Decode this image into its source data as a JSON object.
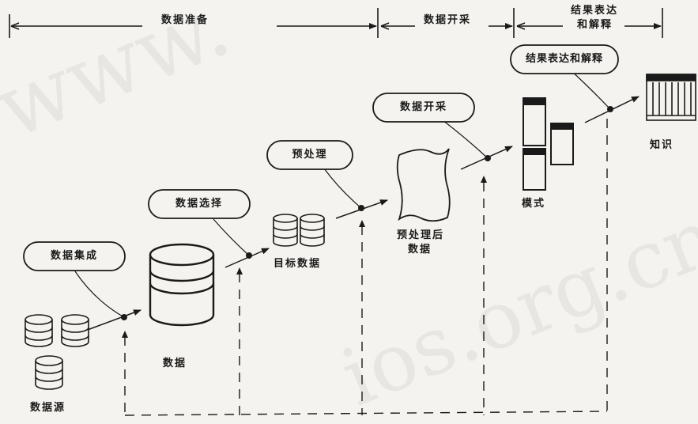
{
  "stages": {
    "prep": "数据准备",
    "mining": "数据开采",
    "result_line1": "结果表达",
    "result_line2": "和解释"
  },
  "steps": {
    "integration": "数据集成",
    "selection": "数据选择",
    "preprocess": "预处理",
    "mining": "数据开采",
    "interpret": "结果表达和解释"
  },
  "nodes": {
    "sources": "数据源",
    "data": "数据",
    "target": "目标数据",
    "preprocessed_line1": "预处理后",
    "preprocessed_line2": "数据",
    "patterns": "模式",
    "knowledge": "知识"
  },
  "watermark": {
    "left": "www.",
    "right": "ios.org.cn"
  },
  "colors": {
    "ink": "#1a1a1a",
    "paper": "#f4f3ef"
  }
}
